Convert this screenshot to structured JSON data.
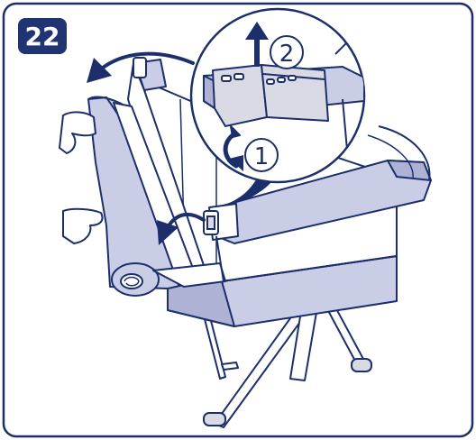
{
  "step": {
    "number": "22"
  },
  "callouts": [
    {
      "id": "step-1",
      "label": "1"
    },
    {
      "id": "step-2",
      "label": "2"
    }
  ],
  "colors": {
    "outline": "#1c2f6b",
    "badge": "#1f3470",
    "fabric": "#c9cde6",
    "fabric_dark": "#aeb3d6",
    "frame_gray": "#d9dae3",
    "white": "#ffffff"
  },
  "icons": [
    "rotate-arrow-icon",
    "up-arrow-icon",
    "down-arrow-icon"
  ]
}
